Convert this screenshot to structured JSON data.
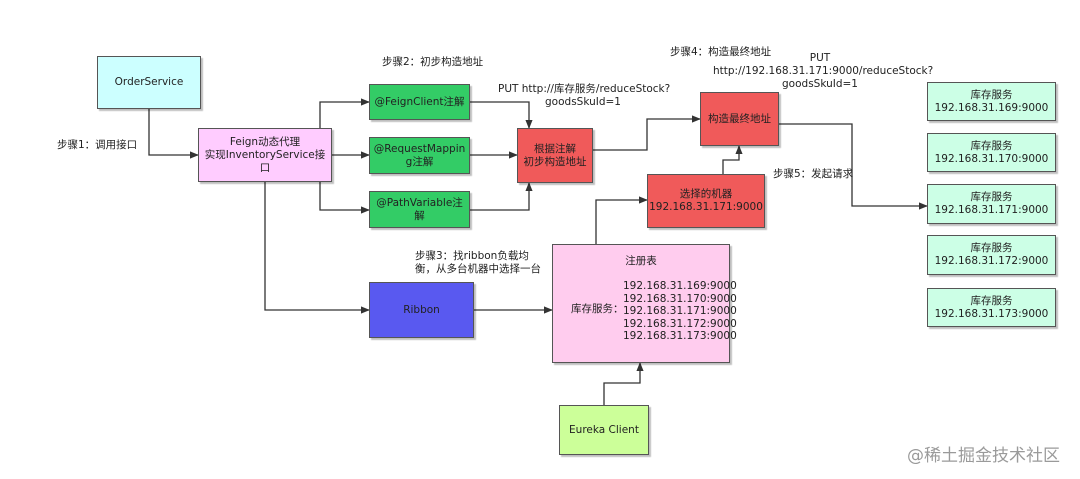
{
  "nodes": {
    "order_service": "OrderService",
    "feign_proxy": [
      "Feign动态代理",
      "实现InventoryService接",
      "口"
    ],
    "feign_client": "@FeignClient注解",
    "request_mapping": [
      "@RequestMappin",
      "g注解"
    ],
    "path_variable": [
      "@PathVariable注",
      "解"
    ],
    "parse_annotation": [
      "根据注解",
      "初步构造地址"
    ],
    "build_final": "构造最终地址",
    "selected_machine": [
      "选择的机器",
      "192.168.31.171:9000"
    ],
    "ribbon": "Ribbon",
    "registry": {
      "title": "注册表",
      "label": "库存服务：",
      "ips": [
        "192.168.31.169:9000",
        "192.168.31.170:9000",
        "192.168.31.171:9000",
        "192.168.31.172:9000",
        "192.168.31.173:9000"
      ]
    },
    "eureka_client": "Eureka Client",
    "inventory": [
      {
        "name": "库存服务",
        "ip": "192.168.31.169:9000"
      },
      {
        "name": "库存服务",
        "ip": "192.168.31.170:9000"
      },
      {
        "name": "库存服务",
        "ip": "192.168.31.171:9000"
      },
      {
        "name": "库存服务",
        "ip": "192.168.31.172:9000"
      },
      {
        "name": "库存服务",
        "ip": "192.168.31.173:9000"
      }
    ]
  },
  "labels": {
    "step1": "步骤1：调用接口",
    "step2": "步骤2：初步构造地址",
    "step3": [
      "步骤3：找ribbon负载均",
      "衡，从多台机器中选择一台"
    ],
    "step4": "步骤4：构造最终地址",
    "step5": "步骤5：发起请求",
    "put_initial": [
      "PUT http://库存服务/reduceStock?",
      "goodsSkuId=1"
    ],
    "put_final": [
      "PUT",
      "http://192.168.31.171:9000/reduceStock?",
      "goodsSkuId=1"
    ]
  },
  "watermark": "@稀土掘金技术社区",
  "colors": {
    "order_service": "#ccffff",
    "feign_proxy": "#ffccff",
    "annotation": "#33cc66",
    "parse": "#f05a5a",
    "ribbon": "#5959f0",
    "registry": "#ffccee",
    "eureka": "#ccff99",
    "inventory": "#ccffe6"
  }
}
